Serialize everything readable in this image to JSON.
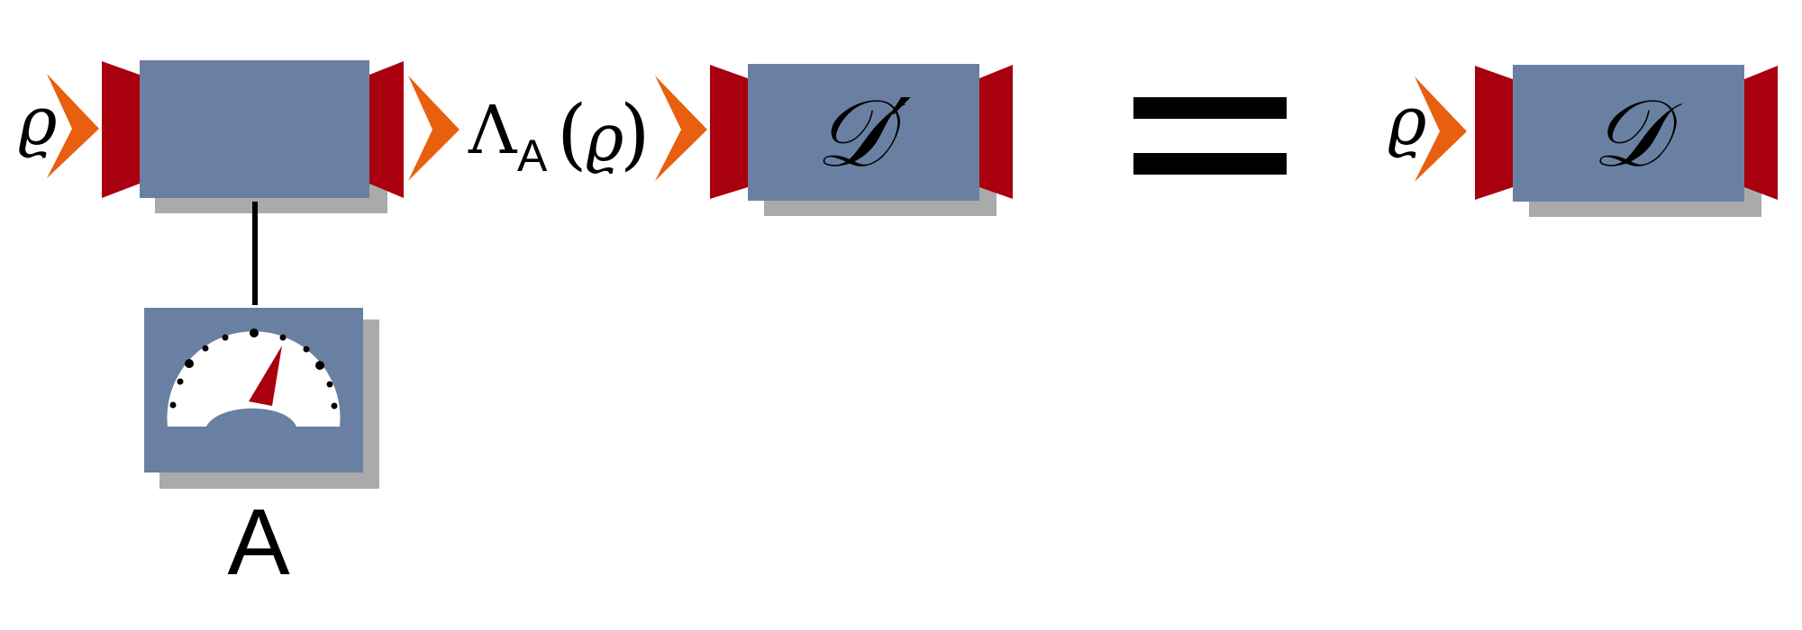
{
  "colors": {
    "box_fill": "#6a80a3",
    "shadow": "#aaaaaa",
    "wing": "#a8000f",
    "arrow": "#e8600f",
    "needle": "#a8000f",
    "dial": "#ffffff",
    "text": "#000000"
  },
  "left_group": {
    "input_label": "ϱ",
    "output_prefix": "Λ",
    "output_subscript": "A",
    "output_open": "(",
    "output_arg": "ϱ",
    "output_close": ")",
    "map_box_label": ""
  },
  "meter": {
    "icon": "gauge-icon",
    "label": "A"
  },
  "d_prime_box": {
    "label": "𝒟′"
  },
  "equals_sign": {
    "icon": "equals-icon"
  },
  "right_group": {
    "input_label": "ϱ",
    "box_label": "𝒟"
  }
}
